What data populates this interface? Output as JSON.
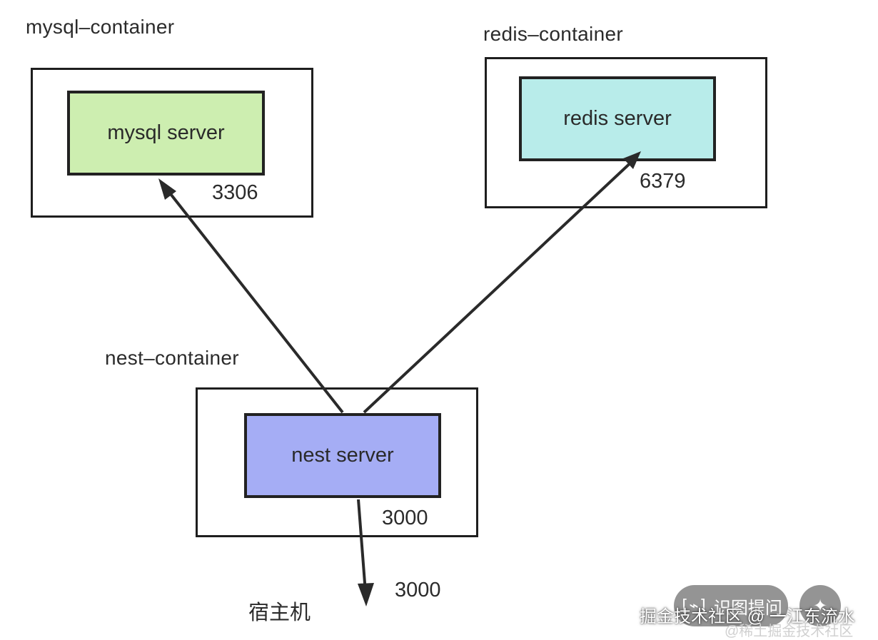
{
  "mysql": {
    "container_label": "mysql–container",
    "server_label": "mysql server",
    "port": "3306",
    "color": "#cdeeb0"
  },
  "redis": {
    "container_label": "redis–container",
    "server_label": "redis server",
    "port": "6379",
    "color": "#b8ecea"
  },
  "nest": {
    "container_label": "nest–container",
    "server_label": "nest server",
    "port": "3000",
    "color": "#a5adf5"
  },
  "host": {
    "label": "宿主机",
    "port": "3000"
  },
  "overlay": {
    "search_button_label": "识图提问",
    "search_icon": "scan-icon",
    "ai_icon": "sparkle-icon",
    "watermark": "掘金技术社区 @ 一江东流水",
    "watermark_secondary": "@稀土掘金技术社区"
  }
}
